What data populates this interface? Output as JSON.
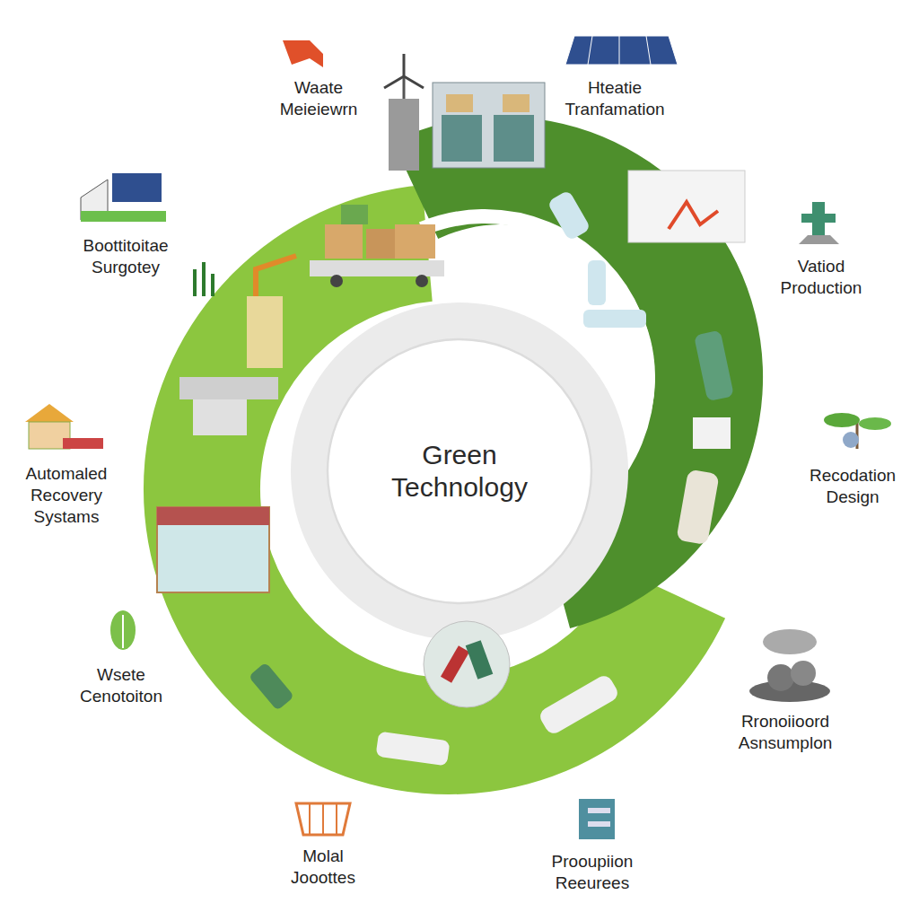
{
  "diagram": {
    "nodes": [
      {
        "text": [
          "Green Technology"
        ]
      }
    ],
    "labels": [
      "Waate Meieiewrn",
      "Hteatie Tranfamation",
      "Boottitoitae Surgotey",
      "Vatiod Production",
      "Automaled Recovery Systams",
      "Recodation Design",
      "Wsete Cenotoiton",
      "Rronoiioord Asnsumplon",
      "Molal Jooottes",
      "Prooupiion Reeurees"
    ]
  }
}
